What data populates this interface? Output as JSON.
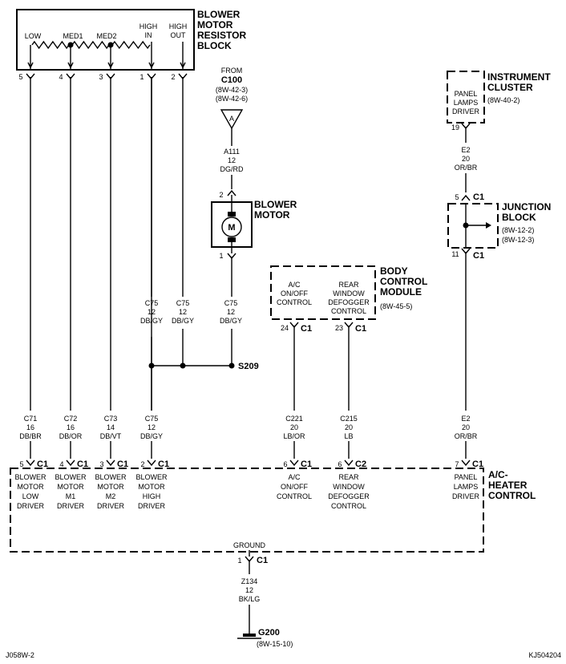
{
  "resistor_block": {
    "title_lines": [
      "BLOWER",
      "MOTOR",
      "RESISTOR",
      "BLOCK"
    ],
    "taps": [
      "LOW",
      "MED1",
      "MED2",
      "HIGH IN",
      "HIGH OUT"
    ],
    "pins": [
      "5",
      "4",
      "3",
      "1",
      "2"
    ]
  },
  "source": {
    "from_label": "FROM",
    "connector": "C100",
    "refs": [
      "(8W-42-3)",
      "(8W-42-6)"
    ],
    "arrow_letter": "A"
  },
  "feed_wire": {
    "circuit": "A111",
    "gauge": "12",
    "color": "DG/RD"
  },
  "blower_motor": {
    "title_lines": [
      "BLOWER",
      "MOTOR"
    ],
    "pin_top": "2",
    "pin_bottom": "1",
    "symbol": "M"
  },
  "wires_upper": [
    {
      "circuit": "C75",
      "gauge": "12",
      "color": "DB/GY"
    },
    {
      "circuit": "C75",
      "gauge": "12",
      "color": "DB/GY"
    },
    {
      "circuit": "C75",
      "gauge": "12",
      "color": "DB/GY"
    }
  ],
  "splice": {
    "label": "S209"
  },
  "bcm": {
    "title_lines": [
      "BODY",
      "CONTROL",
      "MODULE"
    ],
    "ref": "(8W-45-5)",
    "items": [
      {
        "lines": [
          "A/C",
          "ON/OFF",
          "CONTROL"
        ],
        "pin": "24",
        "conn": "C1"
      },
      {
        "lines": [
          "REAR",
          "WINDOW",
          "DEFOGGER",
          "CONTROL"
        ],
        "pin": "23",
        "conn": "C1"
      }
    ]
  },
  "instrument_cluster": {
    "title_lines": [
      "INSTRUMENT",
      "CLUSTER"
    ],
    "ref": "(8W-40-2)",
    "inner_lines": [
      "PANEL",
      "LAMPS",
      "DRIVER"
    ],
    "pin": "19"
  },
  "junction_block": {
    "title_lines": [
      "JUNCTION",
      "BLOCK"
    ],
    "refs": [
      "(8W-12-2)",
      "(8W-12-3)"
    ],
    "pin_top": "5",
    "conn_top": "C1",
    "pin_bottom": "11",
    "conn_bottom": "C1"
  },
  "e2_upper": {
    "circuit": "E2",
    "gauge": "20",
    "color": "OR/BR"
  },
  "wires_lower": [
    {
      "circuit": "C71",
      "gauge": "16",
      "color": "DB/BR"
    },
    {
      "circuit": "C72",
      "gauge": "16",
      "color": "DB/OR"
    },
    {
      "circuit": "C73",
      "gauge": "14",
      "color": "DB/VT"
    },
    {
      "circuit": "C75",
      "gauge": "12",
      "color": "DB/GY"
    },
    {
      "circuit": "C221",
      "gauge": "20",
      "color": "LB/OR"
    },
    {
      "circuit": "C215",
      "gauge": "20",
      "color": "LB"
    },
    {
      "circuit": "E2",
      "gauge": "20",
      "color": "OR/BR"
    }
  ],
  "ac_control": {
    "title_lines": [
      "A/C-",
      "HEATER",
      "CONTROL"
    ],
    "ground_label": "GROUND",
    "ground_pin": "1",
    "ground_conn": "C1",
    "terminals": [
      {
        "pin": "5",
        "conn": "C1",
        "lines": [
          "BLOWER",
          "MOTOR",
          "LOW",
          "DRIVER"
        ]
      },
      {
        "pin": "4",
        "conn": "C1",
        "lines": [
          "BLOWER",
          "MOTOR",
          "M1",
          "DRIVER"
        ]
      },
      {
        "pin": "3",
        "conn": "C1",
        "lines": [
          "BLOWER",
          "MOTOR",
          "M2",
          "DRIVER"
        ]
      },
      {
        "pin": "2",
        "conn": "C1",
        "lines": [
          "BLOWER",
          "MOTOR",
          "HIGH",
          "DRIVER"
        ]
      },
      {
        "pin": "6",
        "conn": "C1",
        "lines": [
          "A/C",
          "ON/OFF",
          "CONTROL"
        ]
      },
      {
        "pin": "6",
        "conn": "C2",
        "lines": [
          "REAR",
          "WINDOW",
          "DEFOGGER",
          "CONTROL"
        ]
      },
      {
        "pin": "7",
        "conn": "C1",
        "lines": [
          "PANEL",
          "LAMPS",
          "DRIVER"
        ]
      }
    ]
  },
  "ground_wire": {
    "circuit": "Z134",
    "gauge": "12",
    "color": "BK/LG"
  },
  "ground_point": {
    "label": "G200",
    "ref": "(8W-15-10)"
  },
  "footer": {
    "left": "J058W-2",
    "right": "KJ504204"
  }
}
